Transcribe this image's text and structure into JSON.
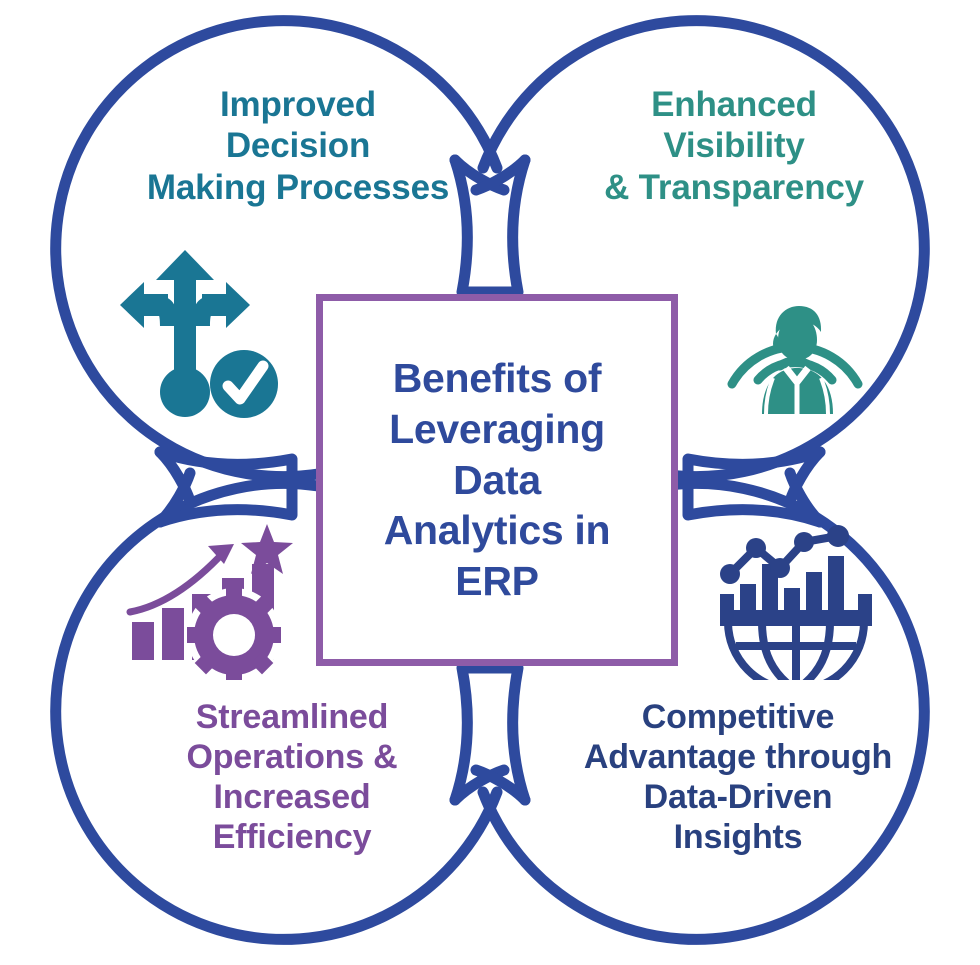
{
  "diagram": {
    "title": "Benefits of Leveraging Data Analytics in ERP",
    "center": {
      "text": "Benefits of\nLeveraging\nData\nAnalytics in\nERP",
      "border_color": "#8E5CA8",
      "text_color": "#2F4A9C"
    },
    "petal_color": "#2E4A9E",
    "background": "#ffffff",
    "quadrants": [
      {
        "id": "top-left",
        "text": "Improved\nDecision\nMaking Processes",
        "color": "#1A7694",
        "icon": "branching-arrows-check-icon"
      },
      {
        "id": "top-right",
        "text": "Enhanced\nVisibility\n& Transparency",
        "color": "#2E9086",
        "icon": "person-signal-waves-icon"
      },
      {
        "id": "bottom-left",
        "text": "Streamlined\nOperations &\nIncreased\nEfficiency",
        "color": "#7B4C9B",
        "icon": "growth-chart-gear-star-icon"
      },
      {
        "id": "bottom-right",
        "text": "Competitive\nAdvantage through\nData-Driven\nInsights",
        "color": "#29417F",
        "icon": "globe-bar-line-chart-icon"
      }
    ]
  }
}
